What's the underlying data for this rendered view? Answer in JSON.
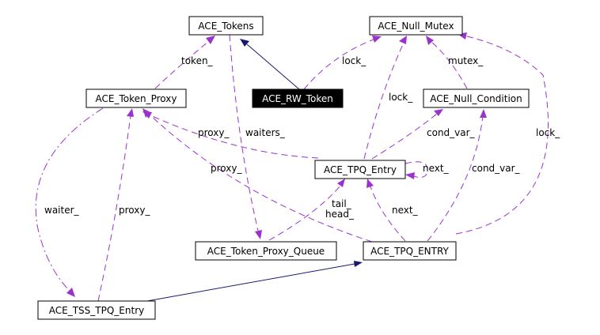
{
  "diagram": {
    "colors": {
      "usage_edge": "#9a32cd",
      "inheritance_edge": "#191970",
      "highlight_fill": "#000000",
      "highlight_text": "#ffffff"
    },
    "nodes": {
      "ace_tokens": "ACE_Tokens",
      "ace_null_mutex": "ACE_Null_Mutex",
      "ace_token_proxy": "ACE_Token_Proxy",
      "ace_rw_token": "ACE_RW_Token",
      "ace_null_condition": "ACE_Null_Condition",
      "ace_tpq_entry": "ACE_TPQ_Entry",
      "ace_token_proxy_queue": "ACE_Token_Proxy_Queue",
      "ace_tpq_entry_upper": "ACE_TPQ_ENTRY",
      "ace_tss_tpq_entry": "ACE_TSS_TPQ_Entry"
    },
    "edge_labels": {
      "token": "token_",
      "lock_rw": "lock_",
      "lock_tpq": "lock_",
      "mutex": "mutex_",
      "proxy_entry": "proxy_",
      "waiters": "waiters_",
      "cond_var_entry": "cond_var_",
      "proxy_entry_upper": "proxy_",
      "next_self": "next_",
      "cond_var_entry_upper": "cond_var_",
      "lock_entry_upper": "lock_",
      "waiter": "waiter_",
      "proxy_tss": "proxy_",
      "tail": "tail_",
      "head": "head_",
      "next_entry_upper": "next_"
    }
  }
}
